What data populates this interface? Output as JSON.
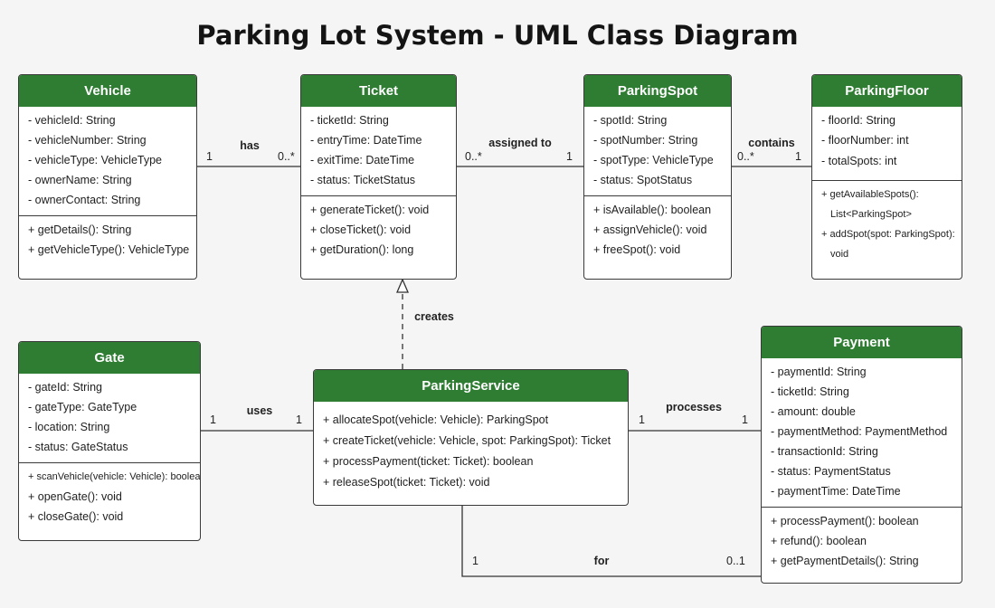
{
  "title": "Parking Lot System - UML Class Diagram",
  "classes": {
    "vehicle": {
      "name": "Vehicle",
      "attributes": [
        "- vehicleId: String",
        "- vehicleNumber: String",
        "- vehicleType: VehicleType",
        "- ownerName: String",
        "- ownerContact: String"
      ],
      "methods": [
        "+ getDetails(): String",
        "+ getVehicleType(): VehicleType"
      ]
    },
    "ticket": {
      "name": "Ticket",
      "attributes": [
        "- ticketId: String",
        "- entryTime: DateTime",
        "- exitTime: DateTime",
        "- status: TicketStatus"
      ],
      "methods": [
        "+ generateTicket(): void",
        "+ closeTicket(): void",
        "+ getDuration(): long"
      ]
    },
    "parkingSpot": {
      "name": "ParkingSpot",
      "attributes": [
        "- spotId: String",
        "- spotNumber: String",
        "- spotType: VehicleType",
        "- status: SpotStatus"
      ],
      "methods": [
        "+ isAvailable(): boolean",
        "+ assignVehicle(): void",
        "+ freeSpot(): void"
      ]
    },
    "parkingFloor": {
      "name": "ParkingFloor",
      "attributes": [
        "- floorId: String",
        "- floorNumber: int",
        "- totalSpots: int"
      ],
      "methods": [
        "+ getAvailableSpots():",
        "List<ParkingSpot>",
        "+ addSpot(spot: ParkingSpot):",
        "void"
      ]
    },
    "gate": {
      "name": "Gate",
      "attributes": [
        "- gateId: String",
        "- gateType: GateType",
        "- location: String",
        "- status: GateStatus"
      ],
      "methods": [
        "+ scanVehicle(vehicle: Vehicle): boolean",
        "+ openGate(): void",
        "+ closeGate(): void"
      ]
    },
    "parkingService": {
      "name": "ParkingService",
      "methods": [
        "+ allocateSpot(vehicle: Vehicle): ParkingSpot",
        "+ createTicket(vehicle: Vehicle, spot: ParkingSpot): Ticket",
        "+ processPayment(ticket: Ticket): boolean",
        "+ releaseSpot(ticket: Ticket): void"
      ]
    },
    "payment": {
      "name": "Payment",
      "attributes": [
        "- paymentId: String",
        "- ticketId: String",
        "- amount: double",
        "- paymentMethod: PaymentMethod",
        "- transactionId: String",
        "- status: PaymentStatus",
        "- paymentTime: DateTime"
      ],
      "methods": [
        "+ processPayment(): boolean",
        "+ refund(): boolean",
        "+ getPaymentDetails(): String"
      ]
    }
  },
  "relations": {
    "has": {
      "label": "has",
      "from": "1",
      "to": "0..*"
    },
    "assigned": {
      "label": "assigned to",
      "from": "0..*",
      "to": "1"
    },
    "contains": {
      "label": "contains",
      "from": "0..*",
      "to": "1"
    },
    "creates": {
      "label": "creates"
    },
    "uses": {
      "label": "uses",
      "from": "1",
      "to": "1"
    },
    "processes": {
      "label": "processes",
      "from": "1",
      "to": "1"
    },
    "for": {
      "label": "for",
      "from": "1",
      "to": "0..1"
    }
  }
}
